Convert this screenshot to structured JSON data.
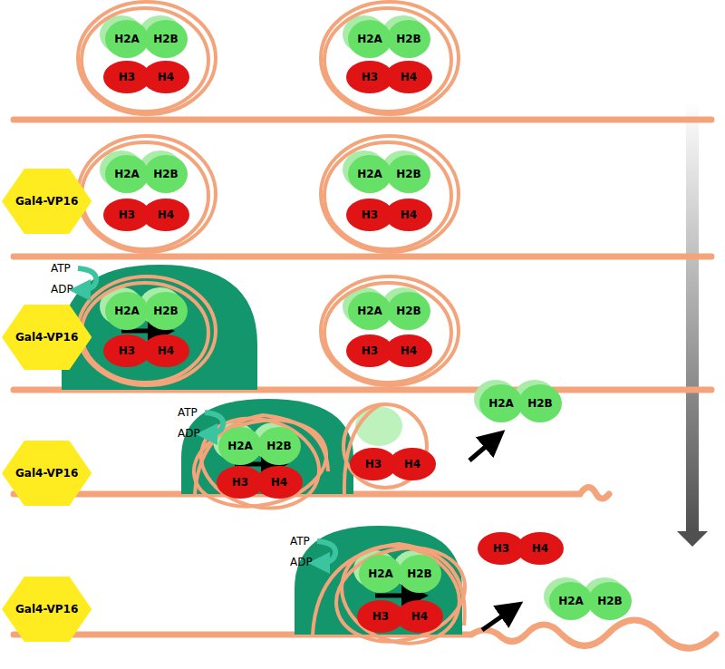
{
  "diagram": {
    "nodes": [
      {
        "text": [
          "H2A"
        ]
      },
      {
        "text": [
          "H2B"
        ]
      },
      {
        "text": [
          "H3"
        ]
      },
      {
        "text": [
          "H4"
        ]
      },
      {
        "text": [
          "H2A"
        ]
      },
      {
        "text": [
          "H2B"
        ]
      },
      {
        "text": [
          "H3"
        ]
      },
      {
        "text": [
          "H4"
        ]
      },
      {
        "text": [
          "Gal4-VP16"
        ]
      },
      {
        "text": [
          "H2A"
        ]
      },
      {
        "text": [
          "H2B"
        ]
      },
      {
        "text": [
          "H3"
        ]
      },
      {
        "text": [
          "H4"
        ]
      },
      {
        "text": [
          "H2A"
        ]
      },
      {
        "text": [
          "H2B"
        ]
      },
      {
        "text": [
          "H3"
        ]
      },
      {
        "text": [
          "H4"
        ]
      },
      {
        "text": [
          "Gal4-VP16"
        ]
      },
      {
        "text": [
          "H2A"
        ]
      },
      {
        "text": [
          "H2B"
        ]
      },
      {
        "text": [
          "H3"
        ]
      },
      {
        "text": [
          "H4"
        ]
      },
      {
        "text": [
          "H2A"
        ]
      },
      {
        "text": [
          "H2B"
        ]
      },
      {
        "text": [
          "H3"
        ]
      },
      {
        "text": [
          "H4"
        ]
      },
      {
        "text": [
          "Gal4-VP16"
        ]
      },
      {
        "text": [
          "H2A"
        ]
      },
      {
        "text": [
          "H2B"
        ]
      },
      {
        "text": [
          "H3"
        ]
      },
      {
        "text": [
          "H4"
        ]
      },
      {
        "text": [
          "H3"
        ]
      },
      {
        "text": [
          "H4"
        ]
      },
      {
        "text": [
          "H2A"
        ]
      },
      {
        "text": [
          "H2B"
        ]
      },
      {
        "text": [
          "Gal4-VP16"
        ]
      },
      {
        "text": [
          "H2A"
        ]
      },
      {
        "text": [
          "H2B"
        ]
      },
      {
        "text": [
          "H3"
        ]
      },
      {
        "text": [
          "H4"
        ]
      },
      {
        "text": [
          "H3"
        ]
      },
      {
        "text": [
          "H4"
        ]
      },
      {
        "text": [
          "H2A"
        ]
      },
      {
        "text": [
          "H2B"
        ]
      }
    ],
    "labels": [
      "ATP",
      "ADP",
      "ATP",
      "ADP",
      "ATP",
      "ADP"
    ]
  }
}
